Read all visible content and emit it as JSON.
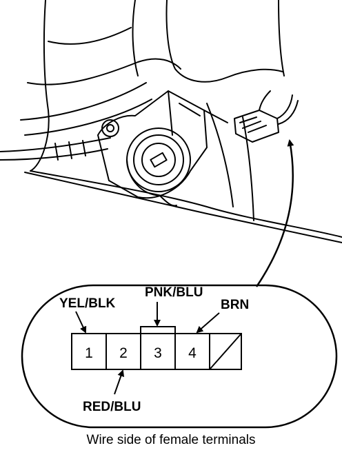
{
  "connector": {
    "terminals": [
      "1",
      "2",
      "3",
      "4"
    ],
    "wires": {
      "t1": "YEL/BLK",
      "t2": "RED/BLU",
      "t3": "PNK/BLU",
      "t4": "BRN"
    }
  },
  "caption": "Wire side of female terminals",
  "colors": {
    "line": "#000000",
    "background": "#ffffff"
  }
}
